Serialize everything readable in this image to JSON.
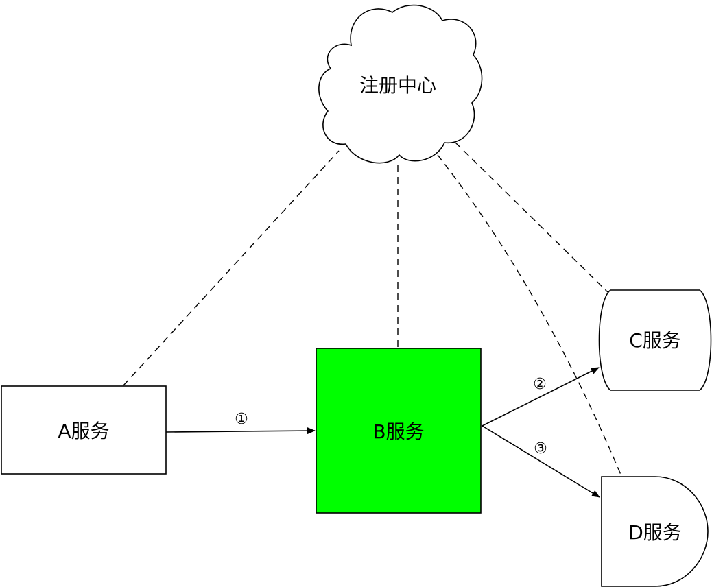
{
  "nodes": {
    "registry": {
      "label": "注册中心"
    },
    "a": {
      "label": "A服务"
    },
    "b": {
      "label": "B服务",
      "fill": "#00ff00"
    },
    "c": {
      "label": "C服务"
    },
    "d": {
      "label": "D服务"
    }
  },
  "edges": {
    "step1": {
      "label": "①",
      "from": "a",
      "to": "b"
    },
    "step2": {
      "label": "②",
      "from": "b",
      "to": "c"
    },
    "step3": {
      "label": "③",
      "from": "b",
      "to": "d"
    }
  },
  "registration_links": [
    "a",
    "b",
    "c",
    "d"
  ],
  "colors": {
    "line": "#000000",
    "background": "#ffffff",
    "node_fill": "#ffffff",
    "highlight_fill": "#00ff00"
  }
}
